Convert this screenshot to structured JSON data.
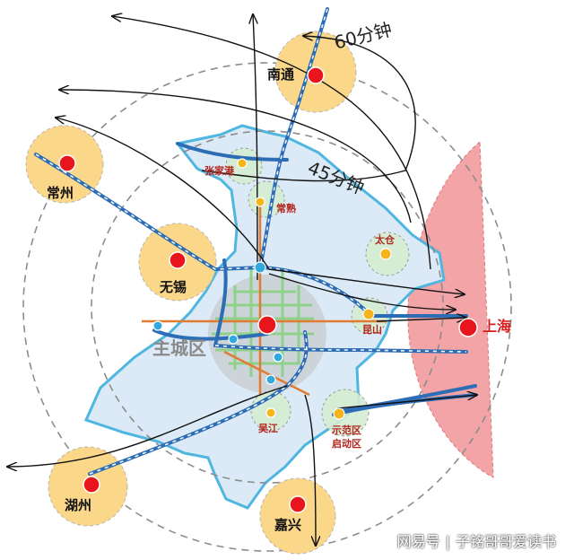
{
  "rings": {
    "outer": "60分钟",
    "inner": "45分钟"
  },
  "core": {
    "label": "主城区"
  },
  "external_cities": {
    "nantong": "南通",
    "changzhou": "常州",
    "wuxi": "无锡",
    "huzhou": "湖州",
    "jiaxing": "嘉兴",
    "shanghai": "上海"
  },
  "county_cities": {
    "zhangjiagang": "张家港",
    "changshu": "常熟",
    "taicang": "太仓",
    "kunshan": "昆山",
    "wujiang": "吴江",
    "demo_zone_line1": "示范区",
    "demo_zone_line2": "启动区"
  },
  "watermark": {
    "platform": "网易号",
    "account": "子铭哥哥爱读书"
  },
  "colors": {
    "region_fill": "#dbeaf6",
    "region_border": "#4fb6e0",
    "city_halo": "#fbd889",
    "city_dot": "#e8161c",
    "node_dot": "#f4b41a",
    "shanghai_zone": "#f29a9d",
    "rail": "#2d6db5",
    "metro": "#e07b30",
    "urban_grid": "#8fd18a"
  }
}
